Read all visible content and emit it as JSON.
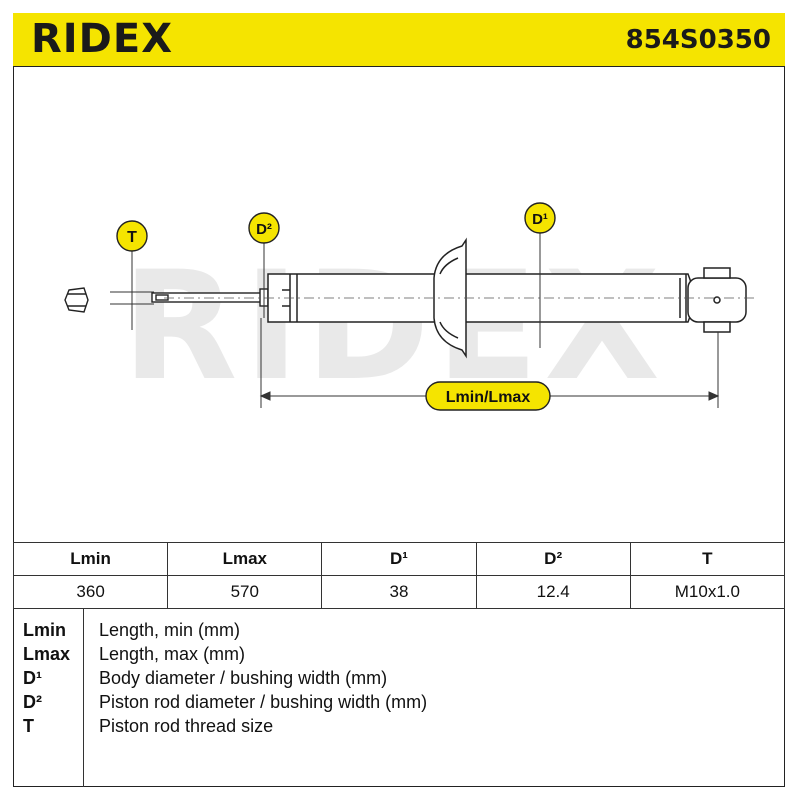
{
  "header": {
    "brand": "RIDEX",
    "part_number": "854S0350",
    "background_color": "#f5e400"
  },
  "drawing": {
    "watermark": "RIDEX",
    "labels": {
      "t": "T",
      "d2": "D²",
      "d1": "D¹",
      "length": "Lmin/Lmax"
    },
    "label_fill_color": "#f5e400"
  },
  "spec_table": {
    "headers": [
      "Lmin",
      "Lmax",
      "D¹",
      "D²",
      "T"
    ],
    "values": [
      "360",
      "570",
      "38",
      "12.4",
      "M10x1.0"
    ]
  },
  "legend": [
    {
      "key": "Lmin",
      "desc": "Length, min (mm)"
    },
    {
      "key": "Lmax",
      "desc": "Length, max (mm)"
    },
    {
      "key": "D¹",
      "desc": "Body diameter / bushing width (mm)"
    },
    {
      "key": "D²",
      "desc": "Piston rod diameter / bushing width (mm)"
    },
    {
      "key": "T",
      "desc": "Piston rod thread size"
    }
  ]
}
